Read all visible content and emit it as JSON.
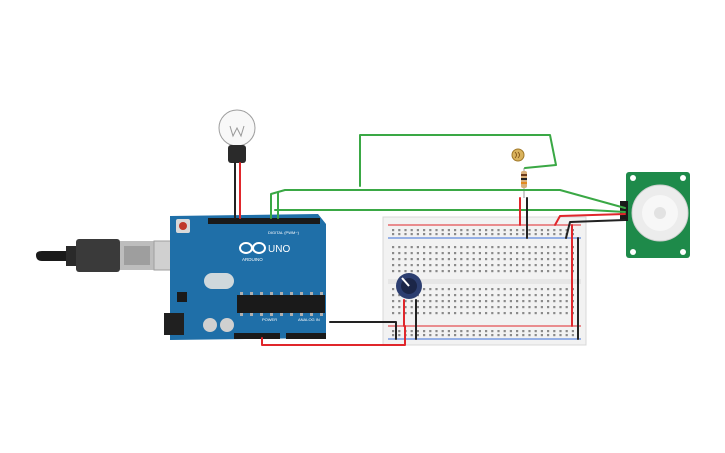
{
  "canvas": {
    "background": "#ffffff"
  },
  "colors": {
    "wire_green": "#3aa845",
    "wire_red": "#e0262b",
    "wire_black": "#222222",
    "arduino_board": "#1f6fa8",
    "pir_board": "#1e8a4a",
    "breadboard": "#f2f2f2",
    "rail_red": "#e0262b",
    "rail_blue": "#3a6fd8"
  },
  "components": {
    "usb_cable": {
      "icon": "usb-plug-icon"
    },
    "lightbulb": {
      "icon": "lightbulb-icon"
    },
    "photoresistor": {
      "icon": "photoresistor-icon"
    },
    "resistor": {
      "icon": "resistor-icon"
    },
    "potentiometer": {
      "icon": "potentiometer-icon"
    },
    "arduino": {
      "brand": "ARDUINO",
      "model": "UNO",
      "digital_label": "DIGITAL (PWM~)",
      "power_label": "POWER",
      "analog_label": "ANALOG IN",
      "icon": "arduino-logo-icon"
    },
    "pir_sensor": {
      "icon": "pir-sensor-icon"
    }
  }
}
